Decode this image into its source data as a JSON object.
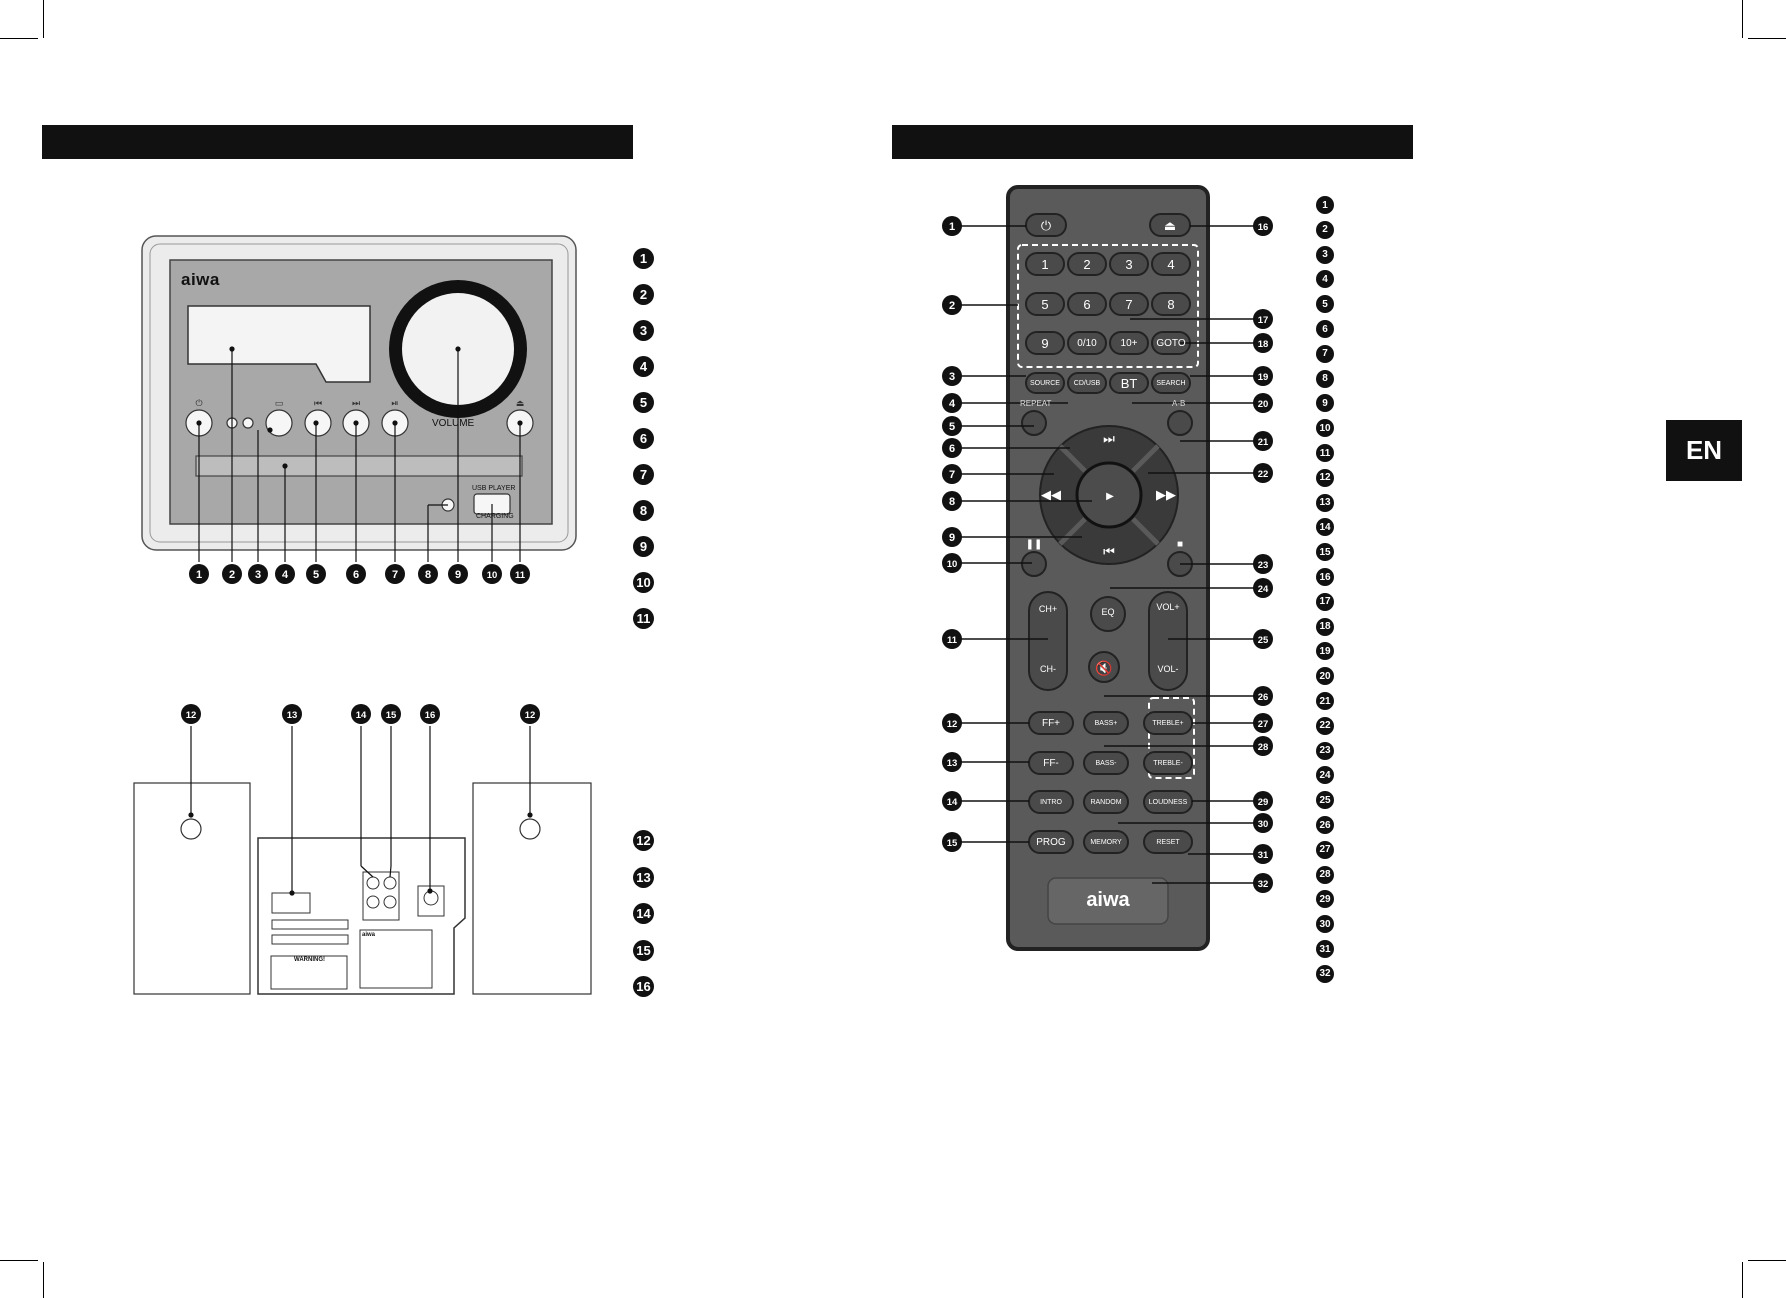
{
  "tab": {
    "language": "EN"
  },
  "main_unit": {
    "brand": "aiwa",
    "volume_label": "VOLUME",
    "usb_player_label": "USB PLAYER",
    "charging_label": "CHARGING",
    "bottom_numbers": [
      "1",
      "2",
      "3",
      "4",
      "5",
      "6",
      "7",
      "8",
      "9",
      "10",
      "11"
    ],
    "legend_numbers": [
      "1",
      "2",
      "3",
      "4",
      "5",
      "6",
      "7",
      "8",
      "9",
      "10",
      "11"
    ],
    "rear_numbers_top": [
      "12",
      "13",
      "14",
      "15",
      "16",
      "12"
    ],
    "rear_legend_numbers": [
      "12",
      "13",
      "14",
      "15",
      "16"
    ],
    "rear_panel": {
      "warning_label": "WARNING!",
      "brand": "aiwa"
    }
  },
  "remote": {
    "brand": "aiwa",
    "buttons": {
      "b1": "1",
      "b2": "2",
      "b3": "3",
      "b4": "4",
      "b5": "5",
      "b6": "6",
      "b7": "7",
      "b8": "8",
      "b9": "9",
      "b010": "0/10",
      "b10p": "10+",
      "goto": "GOTO",
      "source": "SOURCE",
      "cd_usb": "CD/USB",
      "bt": "BT",
      "search": "SEARCH",
      "repeat": "REPEAT",
      "ab": "A-B",
      "ch_plus": "CH+",
      "ch_minus": "CH-",
      "eq": "EQ",
      "vol_plus": "VOL+",
      "vol_minus": "VOL-",
      "ff_plus": "FF+",
      "ff_minus": "FF-",
      "bass_plus": "BASS+",
      "bass_minus": "BASS-",
      "treble_plus": "TREBLE+",
      "treble_minus": "TREBLE-",
      "intro": "INTRO",
      "random": "RANDOM",
      "loudness": "LOUDNESS",
      "prog": "PROG",
      "memory": "MEMORY",
      "reset": "RESET"
    },
    "callouts_left": [
      "1",
      "2",
      "3",
      "4",
      "5",
      "6",
      "7",
      "8",
      "9",
      "10",
      "11",
      "12",
      "13",
      "14",
      "15"
    ],
    "callouts_right": [
      "16",
      "17",
      "18",
      "19",
      "20",
      "21",
      "22",
      "23",
      "24",
      "25",
      "26",
      "27",
      "28",
      "29",
      "30",
      "31",
      "32"
    ],
    "legend_numbers": [
      "1",
      "2",
      "3",
      "4",
      "5",
      "6",
      "7",
      "8",
      "9",
      "10",
      "11",
      "12",
      "13",
      "14",
      "15",
      "16",
      "17",
      "18",
      "19",
      "20",
      "21",
      "22",
      "23",
      "24",
      "25",
      "26",
      "27",
      "28",
      "29",
      "30",
      "31",
      "32"
    ]
  }
}
